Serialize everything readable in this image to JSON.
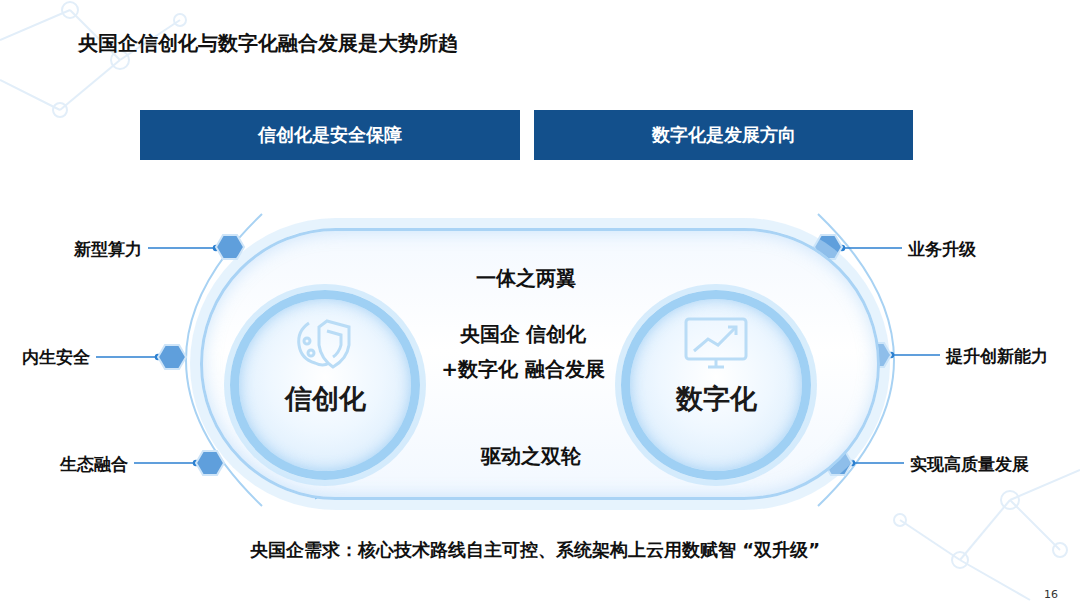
{
  "diagram": {
    "title": "央国企信创化与数字化融合发展是大势所趋",
    "nodes": [
      {
        "text": [
          "信创化是安全保障"
        ]
      },
      {
        "text": [
          "数字化是发展方向"
        ]
      },
      {
        "text": [
          "一体之两翼",
          "央国企 信创化+数字化 融合发展",
          "驱动之双轮"
        ]
      },
      {
        "text": [
          "信创化"
        ],
        "in": 2
      },
      {
        "text": [
          "数字化"
        ],
        "in": 2
      }
    ],
    "edges": [
      {
        "from": 3,
        "to": 4,
        "arrow": "to"
      },
      {
        "from": 4,
        "to": 3,
        "arrow": "to"
      }
    ],
    "labels": [
      "新型算力",
      "内生安全",
      "生态融合",
      "业务升级",
      "提升创新能力",
      "实现高质量发展",
      "央国企需求：核心技术路线自主可控、系统架构上云用数赋智 “双升级”",
      "16"
    ]
  }
}
